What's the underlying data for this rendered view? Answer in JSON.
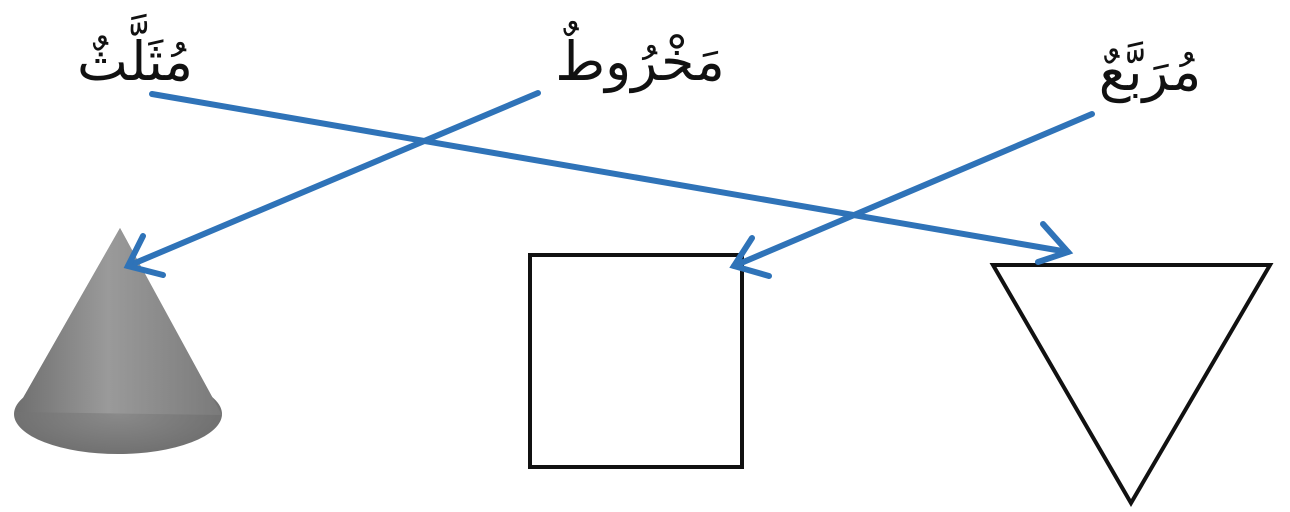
{
  "words": {
    "triangle": "مُثَلَّثٌ",
    "cone": "مَخْرُوطٌ",
    "square": "مُرَبَّعٌ"
  },
  "shapes": {
    "cone": "cone",
    "square": "square",
    "triangle": "inverted-triangle"
  },
  "matches": [
    {
      "word": "triangle",
      "shape": "triangle"
    },
    {
      "word": "cone",
      "shape": "cone"
    },
    {
      "word": "square",
      "shape": "square"
    }
  ],
  "colors": {
    "arrow": "#2f73b8",
    "outline": "#111111",
    "cone_fill": "#8c8c8c"
  }
}
